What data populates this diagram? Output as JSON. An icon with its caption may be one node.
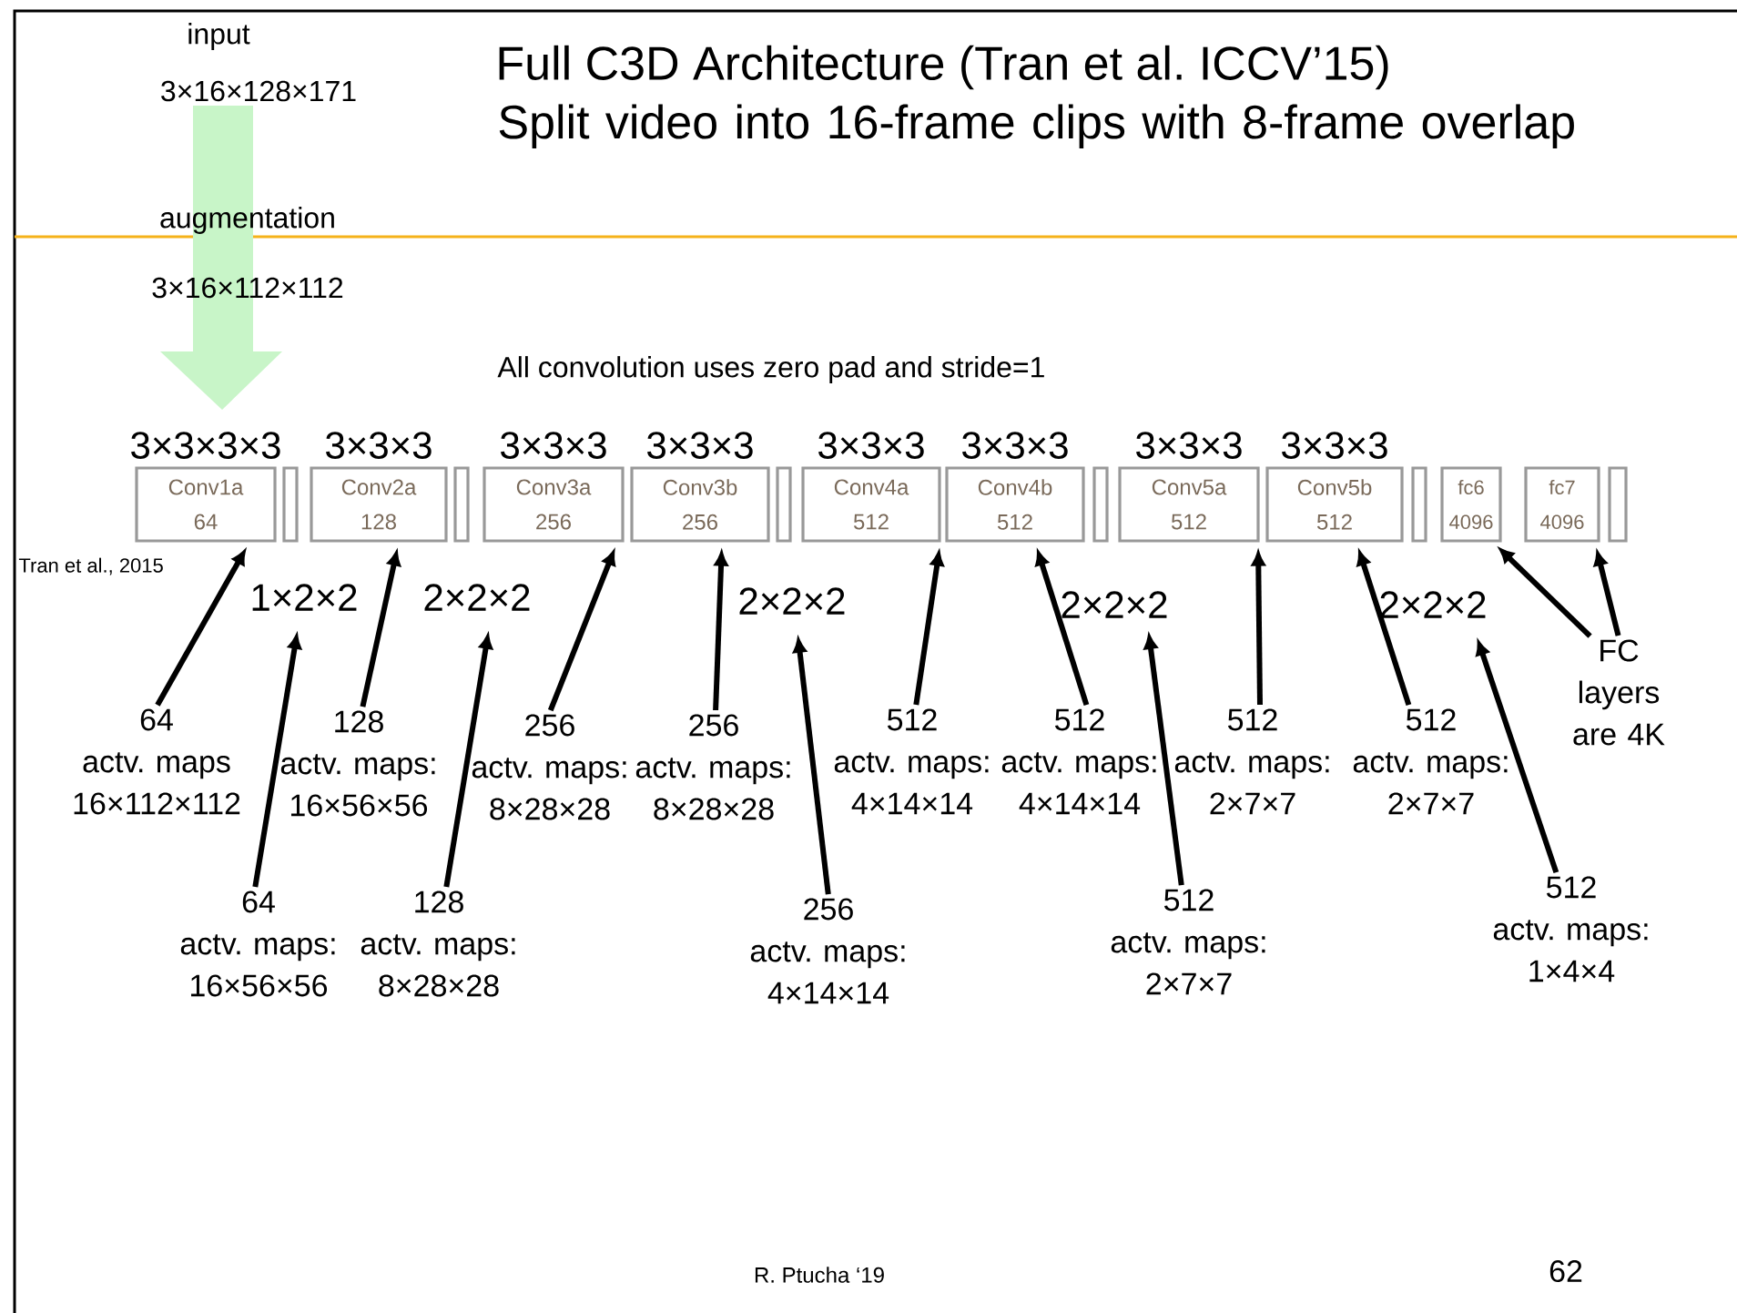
{
  "diagram": {
    "title": "Full C3D Architecture (Tran et al. ICCV’15)",
    "nodes": [
      {
        "text": [
          "Conv1a",
          "64"
        ],
        "beside": [
          "3×3×3×3"
        ]
      },
      {
        "text": [],
        "shape": "box"
      },
      {
        "text": [
          "Conv2a",
          "128"
        ],
        "beside": [
          "3×3×3"
        ]
      },
      {
        "text": [],
        "shape": "box"
      },
      {
        "text": [
          "Conv3a",
          "256"
        ],
        "beside": [
          "3×3×3"
        ]
      },
      {
        "text": [
          "Conv3b",
          "256"
        ],
        "beside": [
          "3×3×3"
        ]
      },
      {
        "text": [],
        "shape": "box"
      },
      {
        "text": [
          "Conv4a",
          "512"
        ],
        "beside": [
          "3×3×3"
        ]
      },
      {
        "text": [
          "Conv4b",
          "512"
        ],
        "beside": [
          "3×3×3"
        ]
      },
      {
        "text": [],
        "shape": "box"
      },
      {
        "text": [
          "Conv5a",
          "512"
        ],
        "beside": [
          "3×3×3"
        ]
      },
      {
        "text": [
          "Conv5b",
          "512"
        ],
        "beside": [
          "3×3×3"
        ]
      },
      {
        "text": [],
        "shape": "box"
      },
      {
        "text": [
          "fc6",
          "4096"
        ]
      },
      {
        "text": [
          "fc7",
          "4096"
        ]
      },
      {
        "text": [],
        "shape": "box"
      },
      {
        "text": [
          "1×2×2"
        ]
      },
      {
        "text": [
          "2×2×2"
        ]
      },
      {
        "text": [
          "2×2×2"
        ]
      },
      {
        "text": [
          "2×2×2"
        ]
      },
      {
        "text": [
          "2×2×2"
        ]
      },
      {
        "text": [
          "64",
          "actv. maps 16×112×112"
        ]
      },
      {
        "text": [
          "128",
          "actv. maps: 16×56×56"
        ]
      },
      {
        "text": [
          "256",
          "actv. maps: 8×28×28"
        ]
      },
      {
        "text": [
          "256",
          "actv. maps: 8×28×28"
        ]
      },
      {
        "text": [
          "512",
          "actv. maps: 4×14×14"
        ]
      },
      {
        "text": [
          "512",
          "actv. maps: 4×14×14"
        ]
      },
      {
        "text": [
          "512",
          "actv. maps: 2×7×7"
        ]
      },
      {
        "text": [
          "512",
          "actv. maps: 2×7×7"
        ]
      },
      {
        "text": [
          "FC layers are 4K"
        ]
      },
      {
        "text": [
          "64",
          "actv. maps: 16×56×56"
        ]
      },
      {
        "text": [
          "128",
          "actv. maps: 8×28×28"
        ]
      },
      {
        "text": [
          "256",
          "actv. maps: 4×14×14"
        ]
      },
      {
        "text": [
          "512",
          "actv. maps: 2×7×7"
        ]
      },
      {
        "text": [
          "512",
          "actv. maps: 1×4×4"
        ]
      }
    ],
    "edges": [
      {
        "from": 21,
        "to": 0,
        "arrow": "to"
      },
      {
        "from": 30,
        "to": 16,
        "arrow": "to"
      },
      {
        "from": 22,
        "to": 2,
        "arrow": "to"
      },
      {
        "from": 31,
        "to": 17,
        "arrow": "to"
      },
      {
        "from": 23,
        "to": 4,
        "arrow": "to"
      },
      {
        "from": 24,
        "to": 5,
        "arrow": "to"
      },
      {
        "from": 32,
        "to": 18,
        "arrow": "to"
      },
      {
        "from": 25,
        "to": 7,
        "arrow": "to"
      },
      {
        "from": 26,
        "to": 8,
        "arrow": "to"
      },
      {
        "from": 33,
        "to": 19,
        "arrow": "to"
      },
      {
        "from": 27,
        "to": 10,
        "arrow": "to"
      },
      {
        "from": 28,
        "to": 11,
        "arrow": "to"
      },
      {
        "from": 34,
        "to": 20,
        "arrow": "to"
      },
      {
        "from": 29,
        "to": 13,
        "arrow": "to"
      },
      {
        "from": 29,
        "to": 14,
        "arrow": "to"
      }
    ],
    "labels": [
      "input",
      "3×16×128×171",
      "Split video into 16-frame clips with 8-frame overlap",
      "augmentation",
      "3×16×112×112",
      "All convolution uses zero pad and stride=1",
      "Tran et al., 2015",
      "R. Ptucha ‘19",
      "62"
    ]
  }
}
